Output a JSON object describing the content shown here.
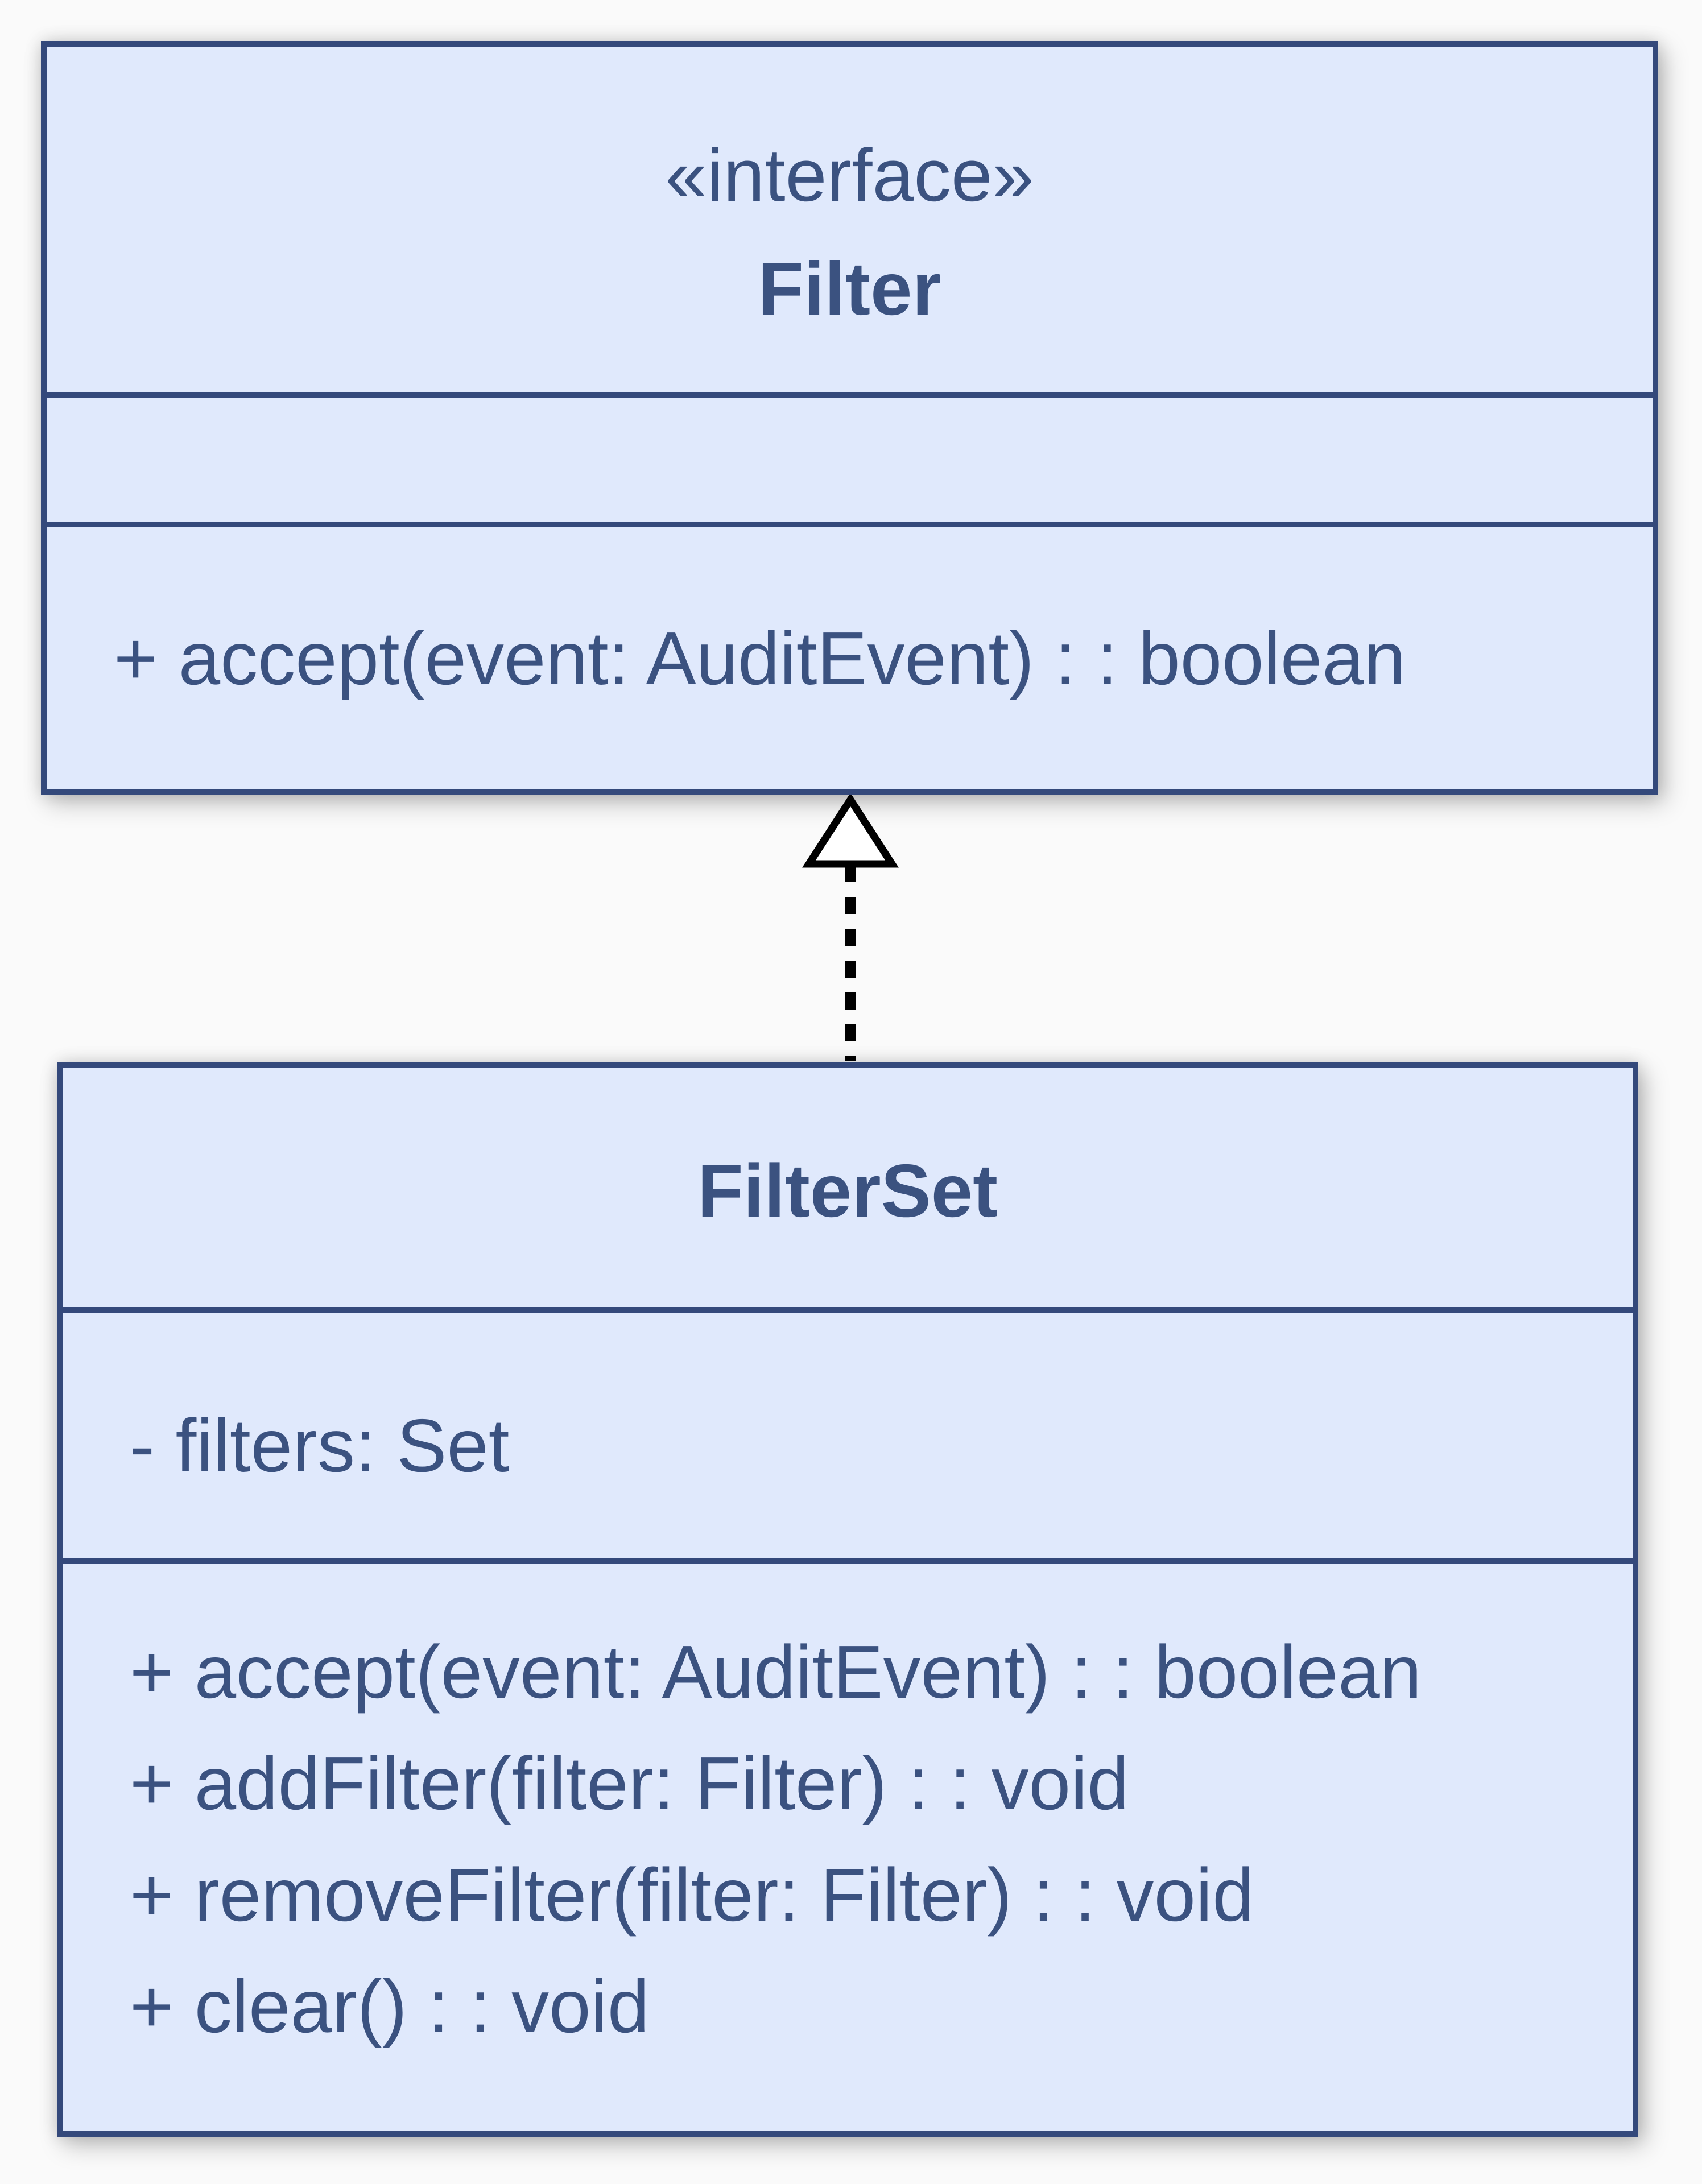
{
  "diagram": {
    "type": "uml-class-diagram",
    "interface_class": {
      "stereotype": "«interface»",
      "name": "Filter",
      "attributes": [],
      "methods": [
        "+ accept(event: AuditEvent) : : boolean"
      ]
    },
    "relationship": {
      "kind": "realization",
      "from": "FilterSet",
      "to": "Filter",
      "style": "dashed-line-hollow-triangle"
    },
    "implementing_class": {
      "name": "FilterSet",
      "attributes": [
        "- filters: Set"
      ],
      "methods": [
        "+ accept(event: AuditEvent) : : boolean",
        "+ addFilter(filter: Filter) : : void",
        "+ removeFilter(filter: Filter) : : void",
        "+ clear() : : void"
      ]
    }
  },
  "colors": {
    "background": "#fafafa",
    "box_fill": "#e0e9fc",
    "box_border": "#34497b",
    "text": "#3b5280",
    "arrow": "#000000",
    "arrow_fill": "#ffffff"
  }
}
